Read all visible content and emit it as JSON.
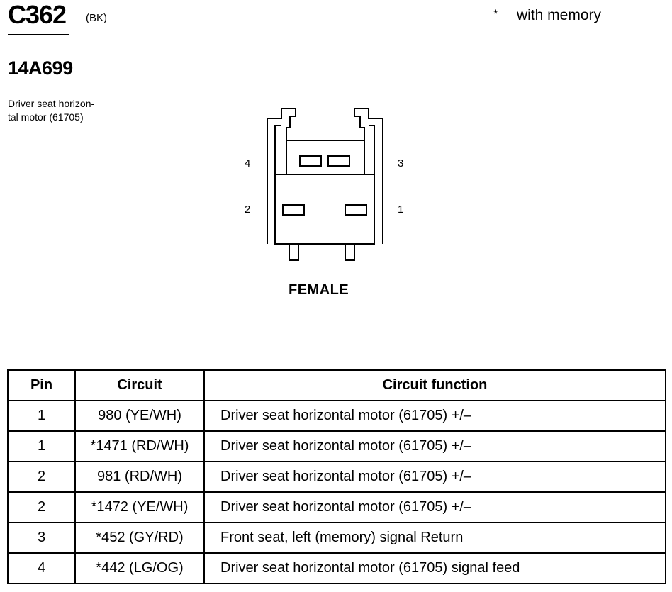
{
  "header": {
    "connector_id": "C362",
    "connector_color": "(BK)",
    "legend_symbol": "*",
    "legend_text": "with memory",
    "part_number": "14A699",
    "component_line1": "Driver seat horizon-",
    "component_line2": "tal motor (61705)"
  },
  "diagram": {
    "pin_labels": {
      "p4": "4",
      "p3": "3",
      "p2": "2",
      "p1": "1"
    },
    "gender_label": "FEMALE"
  },
  "table": {
    "headers": {
      "pin": "Pin",
      "circuit": "Circuit",
      "function": "Circuit function"
    },
    "rows": [
      {
        "pin": "1",
        "circuit": "980 (YE/WH)",
        "function": "Driver seat horizontal motor (61705) +/–"
      },
      {
        "pin": "1",
        "circuit": "*1471 (RD/WH)",
        "function": "Driver seat horizontal motor (61705) +/–"
      },
      {
        "pin": "2",
        "circuit": "981 (RD/WH)",
        "function": "Driver seat horizontal motor (61705) +/–"
      },
      {
        "pin": "2",
        "circuit": "*1472 (YE/WH)",
        "function": "Driver seat horizontal motor (61705) +/–"
      },
      {
        "pin": "3",
        "circuit": "*452 (GY/RD)",
        "function": "Front seat, left (memory) signal Return"
      },
      {
        "pin": "4",
        "circuit": "*442 (LG/OG)",
        "function": "Driver seat horizontal motor (61705) signal feed"
      }
    ]
  }
}
